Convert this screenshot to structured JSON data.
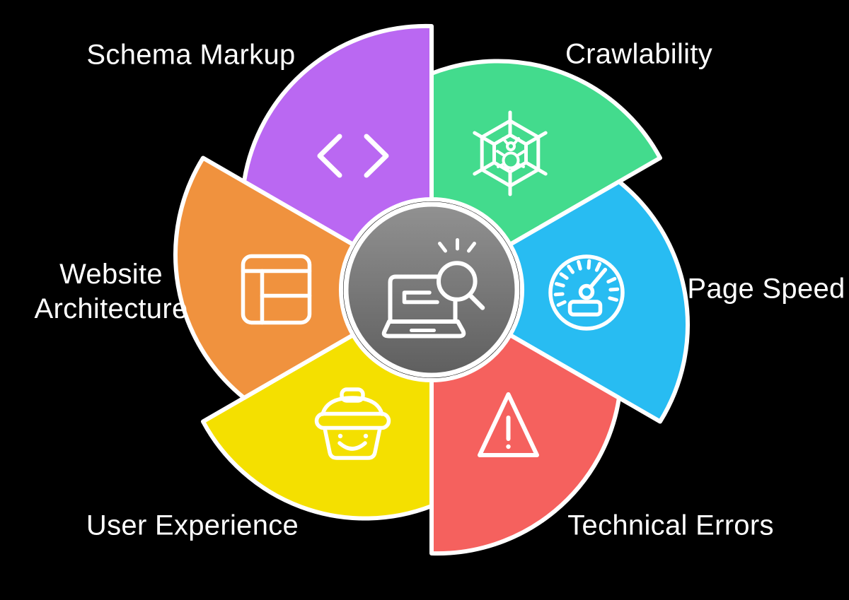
{
  "page": {
    "background_color": "#000000",
    "stroke_color": "#ffffff"
  },
  "diagram": {
    "type": "pinwheel-infographic",
    "theme": "SEO technical audit",
    "center": {
      "icon": "laptop-search-icon",
      "circle_top_color": "#929292",
      "circle_bottom_color": "#5e5e5e",
      "outline_color": "#ffffff"
    },
    "segments": [
      {
        "label": "Schema Markup",
        "color": "#ba68f2",
        "icon": "code-icon",
        "position": "top-left"
      },
      {
        "label": "Crawlability",
        "color": "#43db8d",
        "icon": "spider-web-icon",
        "position": "top-right"
      },
      {
        "label": "Page Speed",
        "color": "#28bcf2",
        "icon": "speedometer-icon",
        "position": "right"
      },
      {
        "label": "Technical Errors",
        "color": "#f5615e",
        "icon": "warning-triangle-icon",
        "position": "bottom-right"
      },
      {
        "label": "User Experience",
        "color": "#f4e000",
        "icon": "basket-smile-icon",
        "position": "bottom-left"
      },
      {
        "label": "Website Architecture",
        "color": "#f0923e",
        "icon": "layout-grid-icon",
        "position": "left",
        "lines": [
          "Website",
          "Architecture"
        ]
      }
    ]
  }
}
